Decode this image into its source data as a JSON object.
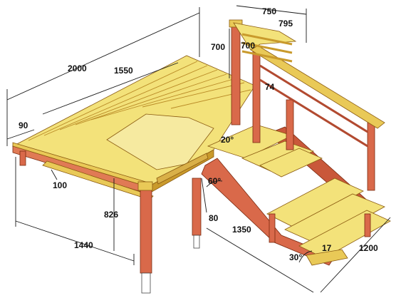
{
  "colors": {
    "deck_light": "#f3e27a",
    "deck_mid": "#e9c957",
    "deck_dark": "#c99a2c",
    "post_red": "#d9694a",
    "post_red_dark": "#b24a30",
    "beam_red": "#e07a55",
    "ink": "#111111"
  },
  "dimensions": {
    "d2000": "2000",
    "d1550": "1550",
    "d90": "90",
    "d100": "100",
    "d826": "826",
    "d1440": "1440",
    "d80": "80",
    "d1350": "1350",
    "d60": "60°",
    "d20": "20°",
    "d700a": "700",
    "d700b": "700",
    "d750": "750",
    "d795": "795",
    "d74": "74",
    "d1200": "1200",
    "d17": "17",
    "d30": "30°"
  }
}
